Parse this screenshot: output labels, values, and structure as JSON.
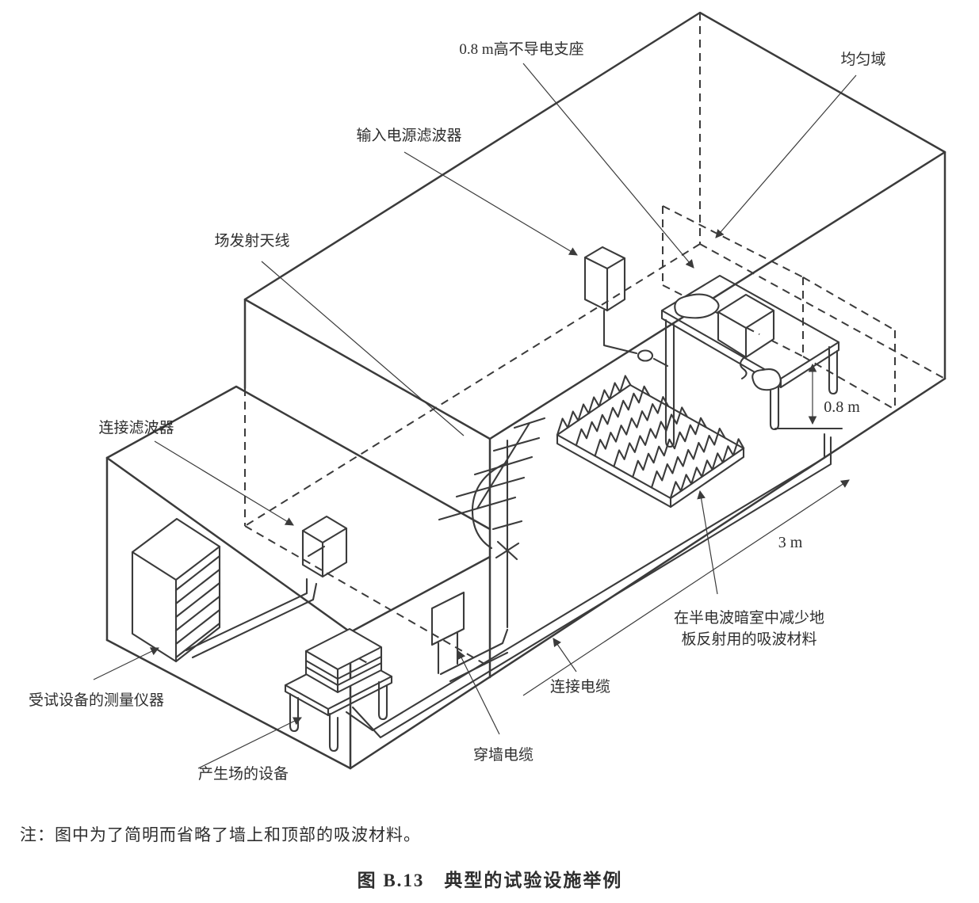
{
  "figure": {
    "note": "注：图中为了简明而省略了墙上和顶部的吸波材料。",
    "caption": "图 B.13　典型的试验设施举例"
  },
  "labels": {
    "support": "0.8 m高不导电支座",
    "uniform_area": "均匀域",
    "power_filter": "输入电源滤波器",
    "antenna": "场发射天线",
    "connection_filter": "连接滤波器",
    "measuring_instruments": "受试设备的测量仪器",
    "field_equipment": "产生场的设备",
    "wall_cable": "穿墙电缆",
    "connection_cable": "连接电缆",
    "absorber_line1": "在半电波暗室中减少地",
    "absorber_line2": "板反射用的吸波材料",
    "dim_height": "0.8 m",
    "dim_distance": "3 m"
  },
  "colors": {
    "line": "#3b3b3b",
    "background": "#ffffff"
  }
}
